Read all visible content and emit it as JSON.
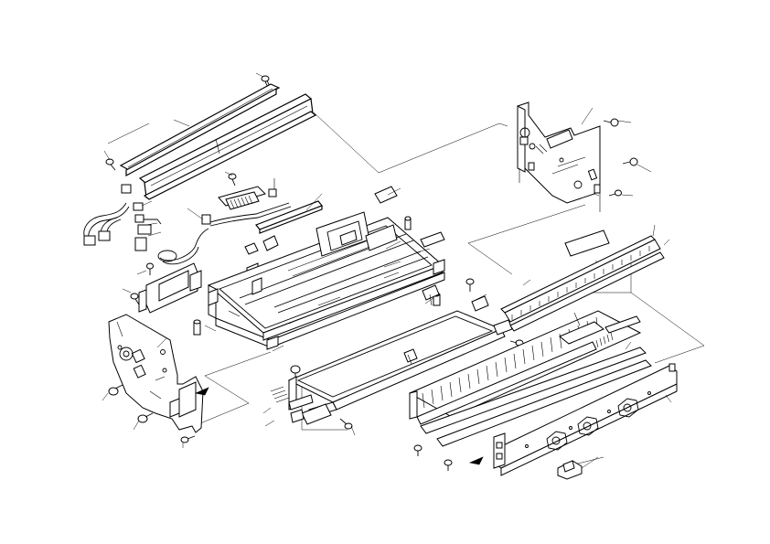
{
  "diagram": {
    "kind": "exploded parts view",
    "colors": {
      "line": "#000000",
      "background": "#ffffff"
    },
    "parts": [
      "screw",
      "upper-rail-pair",
      "rail-guide",
      "wire-harness",
      "harness-connector",
      "clamp",
      "bracket",
      "left-side-plate",
      "main-frame",
      "cross-stay",
      "right-side-bracket",
      "drive-unit",
      "tray-frame",
      "lower-plate",
      "rack-guide",
      "side-cover",
      "pressure-block",
      "spring-pad"
    ]
  }
}
